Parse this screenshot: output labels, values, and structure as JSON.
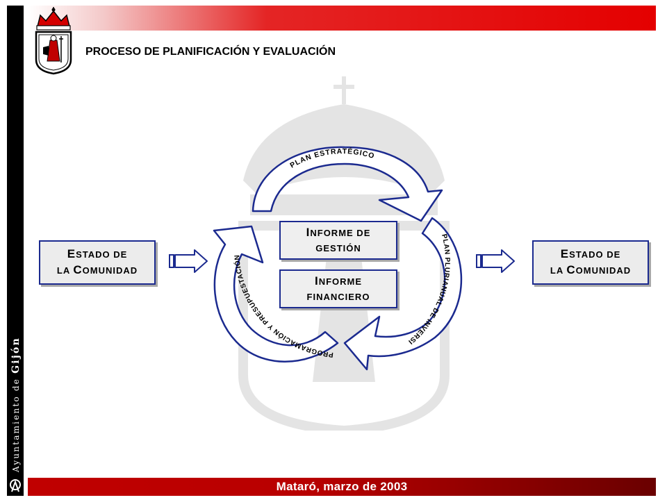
{
  "header": {
    "title": "PROCESO DE PLANIFICACIÓN Y EVALUACIÓN"
  },
  "footer": {
    "text": "Mataró, marzo de 2003"
  },
  "sidebar": {
    "vertical_text_prefix": "Ayuntamiento de ",
    "vertical_text_city": "Gijón"
  },
  "diagram": {
    "left_box": {
      "line1_initial": "E",
      "line1_rest": "STADO DE",
      "line2_prefix": "LA ",
      "line2_initial": "C",
      "line2_rest": "OMUNIDAD"
    },
    "right_box": {
      "line1_initial": "E",
      "line1_rest": "STADO DE",
      "line2_prefix": "LA ",
      "line2_initial": "C",
      "line2_rest": "OMUNIDAD"
    },
    "inner_box_top": {
      "line1_initial": "I",
      "line1_rest": "NFORME DE",
      "line2": "GESTIÓN"
    },
    "inner_box_bottom": {
      "line1_initial": "I",
      "line1_rest": "NFORME",
      "line2": "FINANCIERO"
    },
    "cycle_labels": {
      "plan_estrategico": "PLAN ESTRATÉGICO",
      "plan_plurianual": "PLAN PLURIANUAL DE INVERSIONES",
      "programacion": "PROGRAMACIÓN Y PRESUPUESTACIÓN"
    }
  },
  "colors": {
    "box_border": "#1b2a8f",
    "arrow_border": "#1b2a8f",
    "header_red": "#e40000",
    "footer_red": "#b80000"
  }
}
